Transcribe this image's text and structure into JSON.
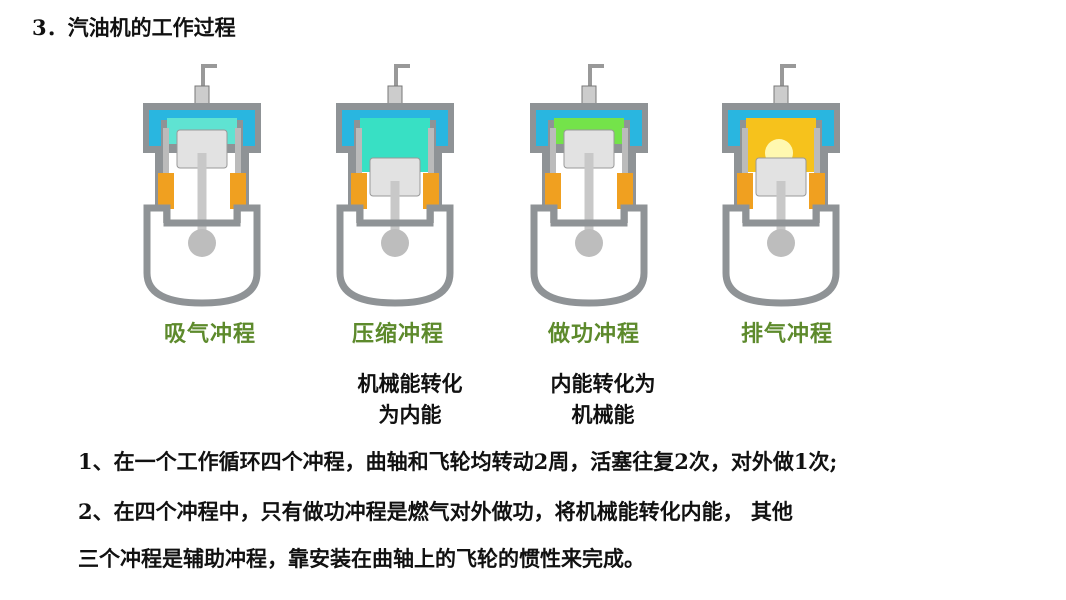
{
  "title": "3．汽油机的工作过程",
  "strokes": [
    {
      "label": "吸气冲程",
      "chamber_color": "#5fe3d2",
      "piston": "top"
    },
    {
      "label": "压缩冲程",
      "chamber_color": "#38e0c4",
      "piston": "bottom"
    },
    {
      "label": "做功冲程",
      "chamber_color": "#74e34a",
      "piston": "top"
    },
    {
      "label": "排气冲程",
      "chamber_color": "#f6c21c",
      "piston": "bottom"
    }
  ],
  "notes": {
    "compression": [
      "机械能转化",
      "为内能"
    ],
    "power": [
      "内能转化为",
      "机械能"
    ]
  },
  "paragraphs": [
    "1、在一个工作循环四个冲程，曲轴和飞轮均转动2周，活塞往复2次，对外做1次;",
    "2、在四个冲程中，只有做功冲程是燃气对外做功，将机械能转化内能， 其他",
    "三个冲程是辅助冲程，靠安装在曲轴上的飞轮的惯性来完成。"
  ],
  "colors": {
    "label_green": "#5d8a2c",
    "coolant": "#29b6e0",
    "spring": "#f0a020"
  }
}
